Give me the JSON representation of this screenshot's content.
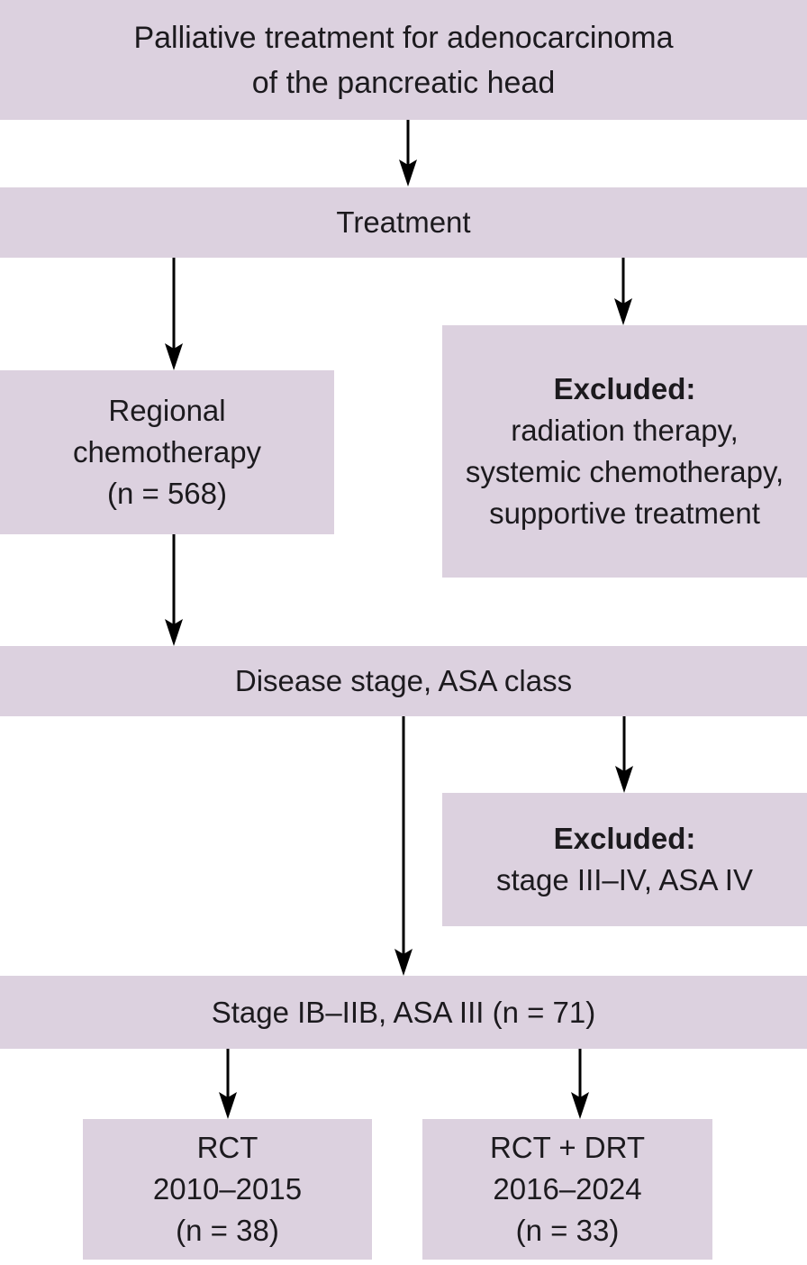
{
  "colors": {
    "box_fill": "#dcd1df",
    "text_color": "#1c1a1e",
    "arrow_color": "#000000"
  },
  "nodes": {
    "title": {
      "lines": [
        "Palliative treatment for adenocarcinoma",
        "of the pancreatic head"
      ]
    },
    "treatment": {
      "label": "Treatment"
    },
    "regional_chemotherapy": {
      "lines": [
        "Regional",
        "chemotherapy",
        "(n = 568)"
      ]
    },
    "excluded_treatment": {
      "heading": "Excluded:",
      "lines": [
        "radiation therapy,",
        "systemic chemotherapy,",
        "supportive treatment"
      ]
    },
    "disease_stage": {
      "label": "Disease stage, ASA class"
    },
    "excluded_stage": {
      "heading": "Excluded:",
      "lines": [
        "stage III–IV, ASA IV"
      ]
    },
    "stage_selected": {
      "label": "Stage IB–IIB, ASA III (n = 71)"
    },
    "rct": {
      "lines": [
        "RCT",
        "2010–2015",
        "(n = 38)"
      ]
    },
    "rct_drt": {
      "lines": [
        "RCT + DRT",
        "2016–2024",
        "(n = 33)"
      ]
    }
  }
}
